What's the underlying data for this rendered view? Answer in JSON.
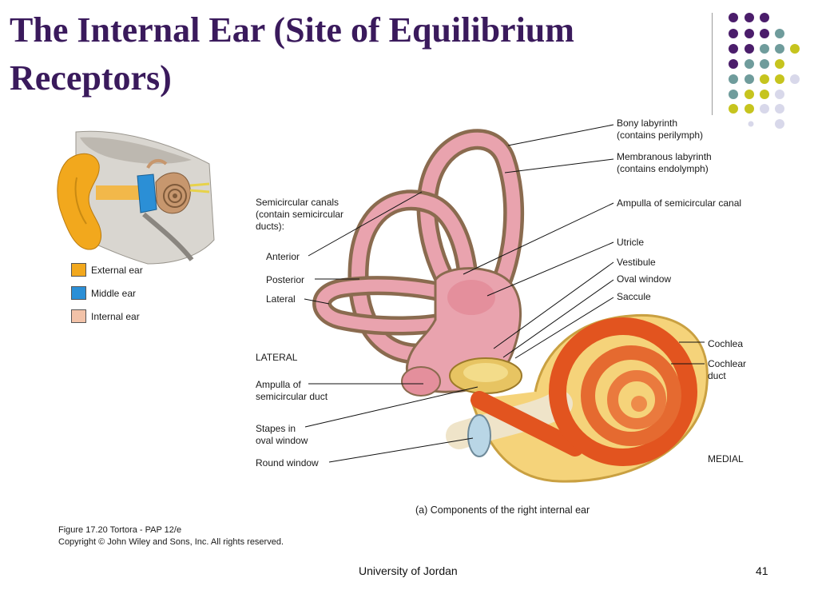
{
  "slide": {
    "title": "The Internal Ear (Site of Equilibrium Receptors)",
    "footer_center": "University of Jordan",
    "page_number": "41"
  },
  "colors": {
    "title": "#3a1a5c",
    "dot_purple": "#4b1d6b",
    "dot_teal": "#6f9c9c",
    "dot_lime": "#c6c41e",
    "dot_lavender": "#d8d8ea",
    "external_ear": "#f2a81d",
    "middle_ear": "#2b8fd6",
    "internal_ear": "#f2c2a8",
    "labyrinth_pink": "#e8a3ac",
    "cochlea_orange": "#e2541f"
  },
  "legend": [
    {
      "label": "External ear",
      "color": "#f2a81d"
    },
    {
      "label": "Middle ear",
      "color": "#2b8fd6"
    },
    {
      "label": "Internal ear",
      "color": "#f2c2a8"
    }
  ],
  "labels": {
    "bony_labyrinth": "Bony labyrinth\n(contains perilymph)",
    "membranous_labyrinth": "Membranous labyrinth\n(contains endolymph)",
    "ampulla_canal": "Ampulla of semicircular canal",
    "utricle": "Utricle",
    "vestibule": "Vestibule",
    "oval_window": "Oval window",
    "saccule": "Saccule",
    "cochlea": "Cochlea",
    "cochlear_duct": "Cochlear\nduct",
    "medial": "MEDIAL",
    "semicircular_canals": "Semicircular canals\n(contain semicircular\nducts):",
    "anterior": "Anterior",
    "posterior": "Posterior",
    "lateral": "Lateral",
    "lateral_caps": "LATERAL",
    "ampulla_duct": "Ampulla of\nsemicircular duct",
    "stapes": "Stapes in\noval window",
    "round_window": "Round window"
  },
  "caption": "(a) Components of the right internal ear",
  "figure_credit": "Figure 17.20  Tortora - PAP 12/e\nCopyright © John Wiley and Sons, Inc. All rights reserved."
}
